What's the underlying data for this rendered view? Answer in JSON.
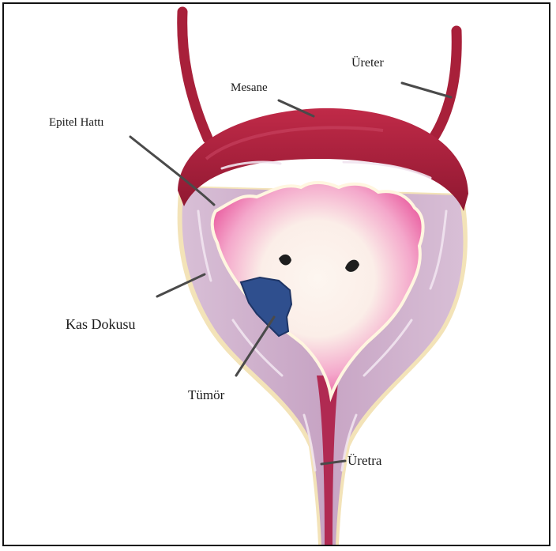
{
  "diagram": {
    "labels": {
      "ureter": "Üreter",
      "mesane": "Mesane",
      "epitel": "Epitel Hattı",
      "kas": "Kas Dokusu",
      "tumor": "Tümör",
      "uretra": "Üretra"
    },
    "colors": {
      "wall_red": "#a8203a",
      "wall_red_dark": "#7e1329",
      "muscle_lilac": "#c9a9c6",
      "muscle_light": "#e3cfe0",
      "mucosa_pink": "#e8559b",
      "lumen_cream": "#fbf1ea",
      "tumor_blue": "#2f4f8e",
      "outline_cream": "#f3e3b8",
      "leader_line": "#4a4a4a"
    }
  }
}
